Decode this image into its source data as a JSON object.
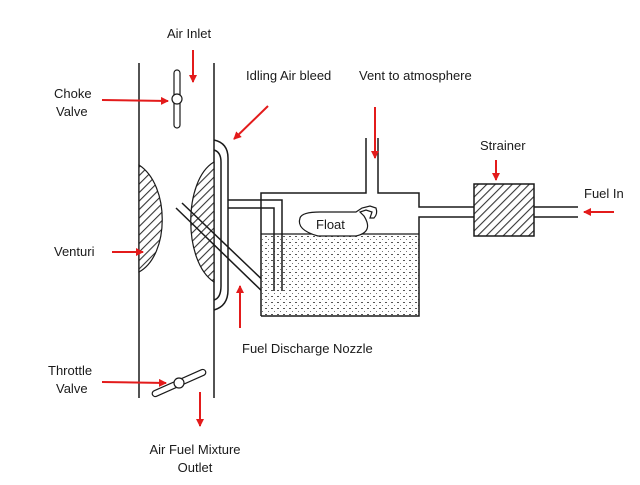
{
  "labels": {
    "air_inlet": "Air Inlet",
    "idling_air_bleed": "Idling Air bleed",
    "vent_to_atmosphere": "Vent to atmosphere",
    "choke_valve_line1": "Choke",
    "choke_valve_line2": "Valve",
    "strainer": "Strainer",
    "fuel_in": "Fuel In",
    "float": "Float",
    "venturi": "Venturi",
    "fuel_discharge_nozzle": "Fuel Discharge Nozzle",
    "throttle_valve_line1": "Throttle",
    "throttle_valve_line2": "Valve",
    "mixture_outlet_line1": "Air Fuel Mixture",
    "mixture_outlet_line2": "Outlet"
  },
  "colors": {
    "arrow": "#e31b1b",
    "line": "#1a1a1a",
    "background": "#ffffff"
  }
}
